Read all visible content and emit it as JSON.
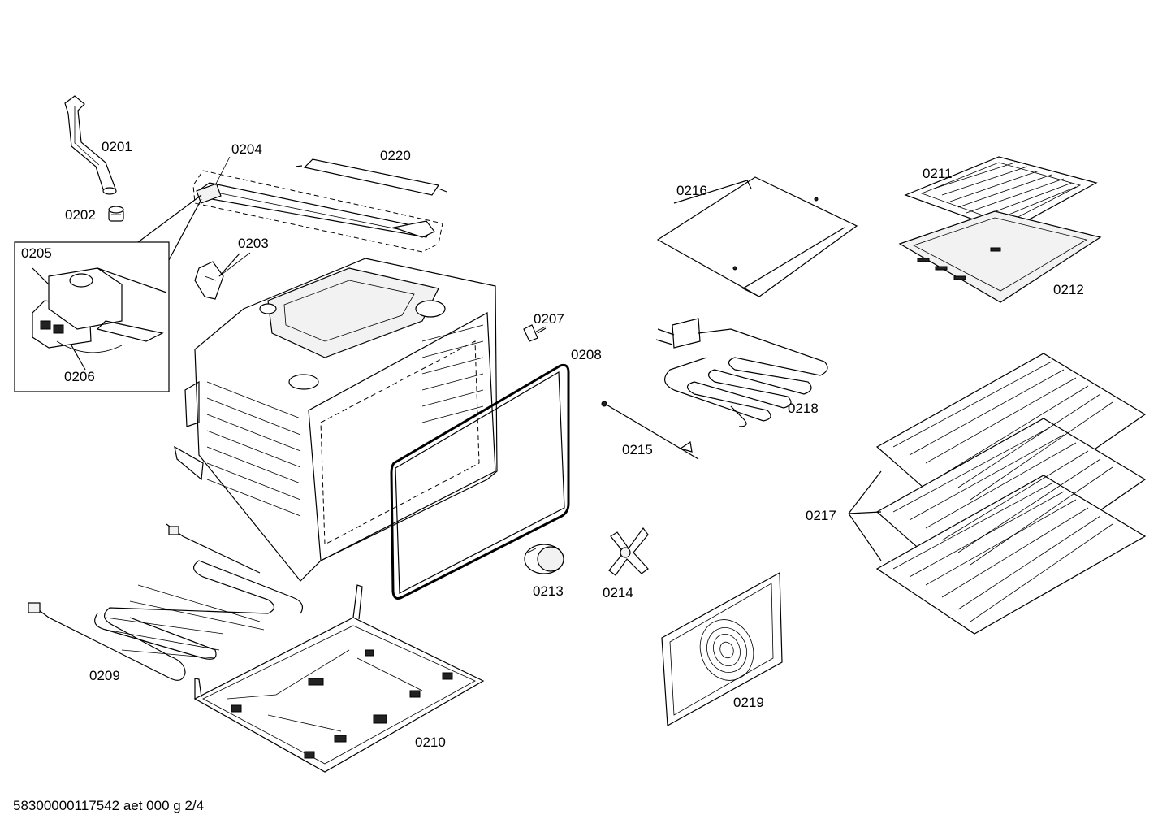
{
  "document_id": "58300000117542 aet 000 g 2/4",
  "parts": [
    {
      "number": "0201"
    },
    {
      "number": "0202"
    },
    {
      "number": "0203"
    },
    {
      "number": "0204"
    },
    {
      "number": "0205"
    },
    {
      "number": "0206"
    },
    {
      "number": "0207"
    },
    {
      "number": "0208"
    },
    {
      "number": "0209"
    },
    {
      "number": "0210"
    },
    {
      "number": "0211"
    },
    {
      "number": "0212"
    },
    {
      "number": "0213"
    },
    {
      "number": "0214"
    },
    {
      "number": "0215"
    },
    {
      "number": "0216"
    },
    {
      "number": "0217"
    },
    {
      "number": "0218"
    },
    {
      "number": "0219"
    },
    {
      "number": "0220"
    }
  ]
}
